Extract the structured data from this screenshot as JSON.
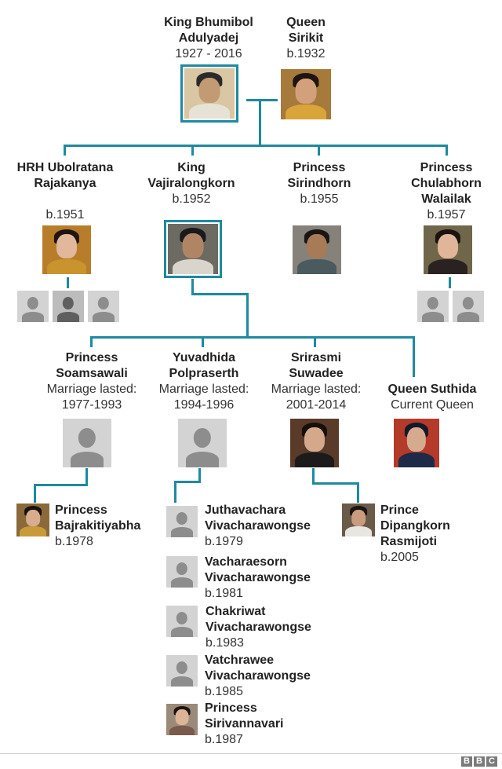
{
  "gen1": {
    "king": {
      "name": "King Bhumibol Adulyadej",
      "dates": "1927 - 2016"
    },
    "queen": {
      "name": "Queen Sirikit",
      "dates": "b.1932"
    }
  },
  "gen2": [
    {
      "name": "HRH Ubolratana Rajakanya",
      "dates": "b.1951"
    },
    {
      "name": "King Vajiralongkorn",
      "dates": "b.1952"
    },
    {
      "name": "Princess Sirindhorn",
      "dates": "b.1955"
    },
    {
      "name": "Princess Chulabhorn Walailak",
      "dates": "b.1957"
    }
  ],
  "wives": [
    {
      "name": "Princess Soamsawali",
      "status": "Marriage lasted:",
      "years": "1977-1993"
    },
    {
      "name": "Yuvadhida Polpraserth",
      "status": "Marriage lasted:",
      "years": "1994-1996"
    },
    {
      "name": "Srirasmi Suwadee",
      "status": "Marriage lasted:",
      "years": "2001-2014"
    },
    {
      "name": "Queen Suthida",
      "status": "Current Queen"
    }
  ],
  "children": {
    "bajrakitiyabha": {
      "name": "Princess Bajrakitiyabha",
      "dates": "b.1978"
    },
    "yuvadhida_children": [
      {
        "name": "Juthavachara Vivacharawongse",
        "dates": "b.1979"
      },
      {
        "name": "Vacharaesorn Vivacharawongse",
        "dates": "b.1981"
      },
      {
        "name": "Chakriwat Vivacharawongse",
        "dates": "b.1983"
      },
      {
        "name": "Vatchrawee Vivacharawongse",
        "dates": "b.1985"
      },
      {
        "name": "Princess Sirivannavari",
        "dates": "b.1987"
      }
    ],
    "dipangkorn": {
      "name": "Prince Dipangkorn Rasmijoti",
      "dates": "b.2005"
    }
  },
  "footer": {
    "logo": [
      "B",
      "B",
      "C"
    ]
  },
  "colors": {
    "connector": "#1d8aa0",
    "placeholder": "#d3d3d3"
  }
}
